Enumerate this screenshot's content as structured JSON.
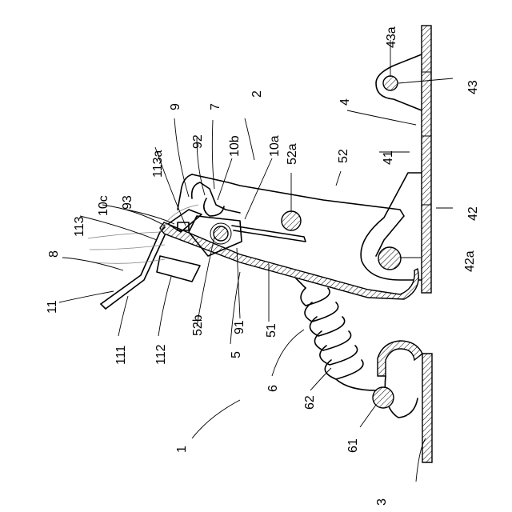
{
  "diagram": {
    "labels": {
      "l1": "1",
      "l2": "2",
      "l3": "3",
      "l4": "4",
      "l5": "5",
      "l6": "6",
      "l7": "7",
      "l8": "8",
      "l9": "9",
      "l11": "11",
      "l41": "41",
      "l42": "42",
      "l42a": "42a",
      "l43": "43",
      "l43a": "43a",
      "l51": "51",
      "l52": "52",
      "l52a": "52a",
      "l52b": "52b",
      "l61": "61",
      "l62": "62",
      "l91": "91",
      "l92": "92",
      "l93": "93",
      "l10a": "10a",
      "l10b": "10b",
      "l10c": "10c",
      "l111": "111",
      "l112": "112",
      "l113": "113",
      "l113a": "113a"
    }
  }
}
